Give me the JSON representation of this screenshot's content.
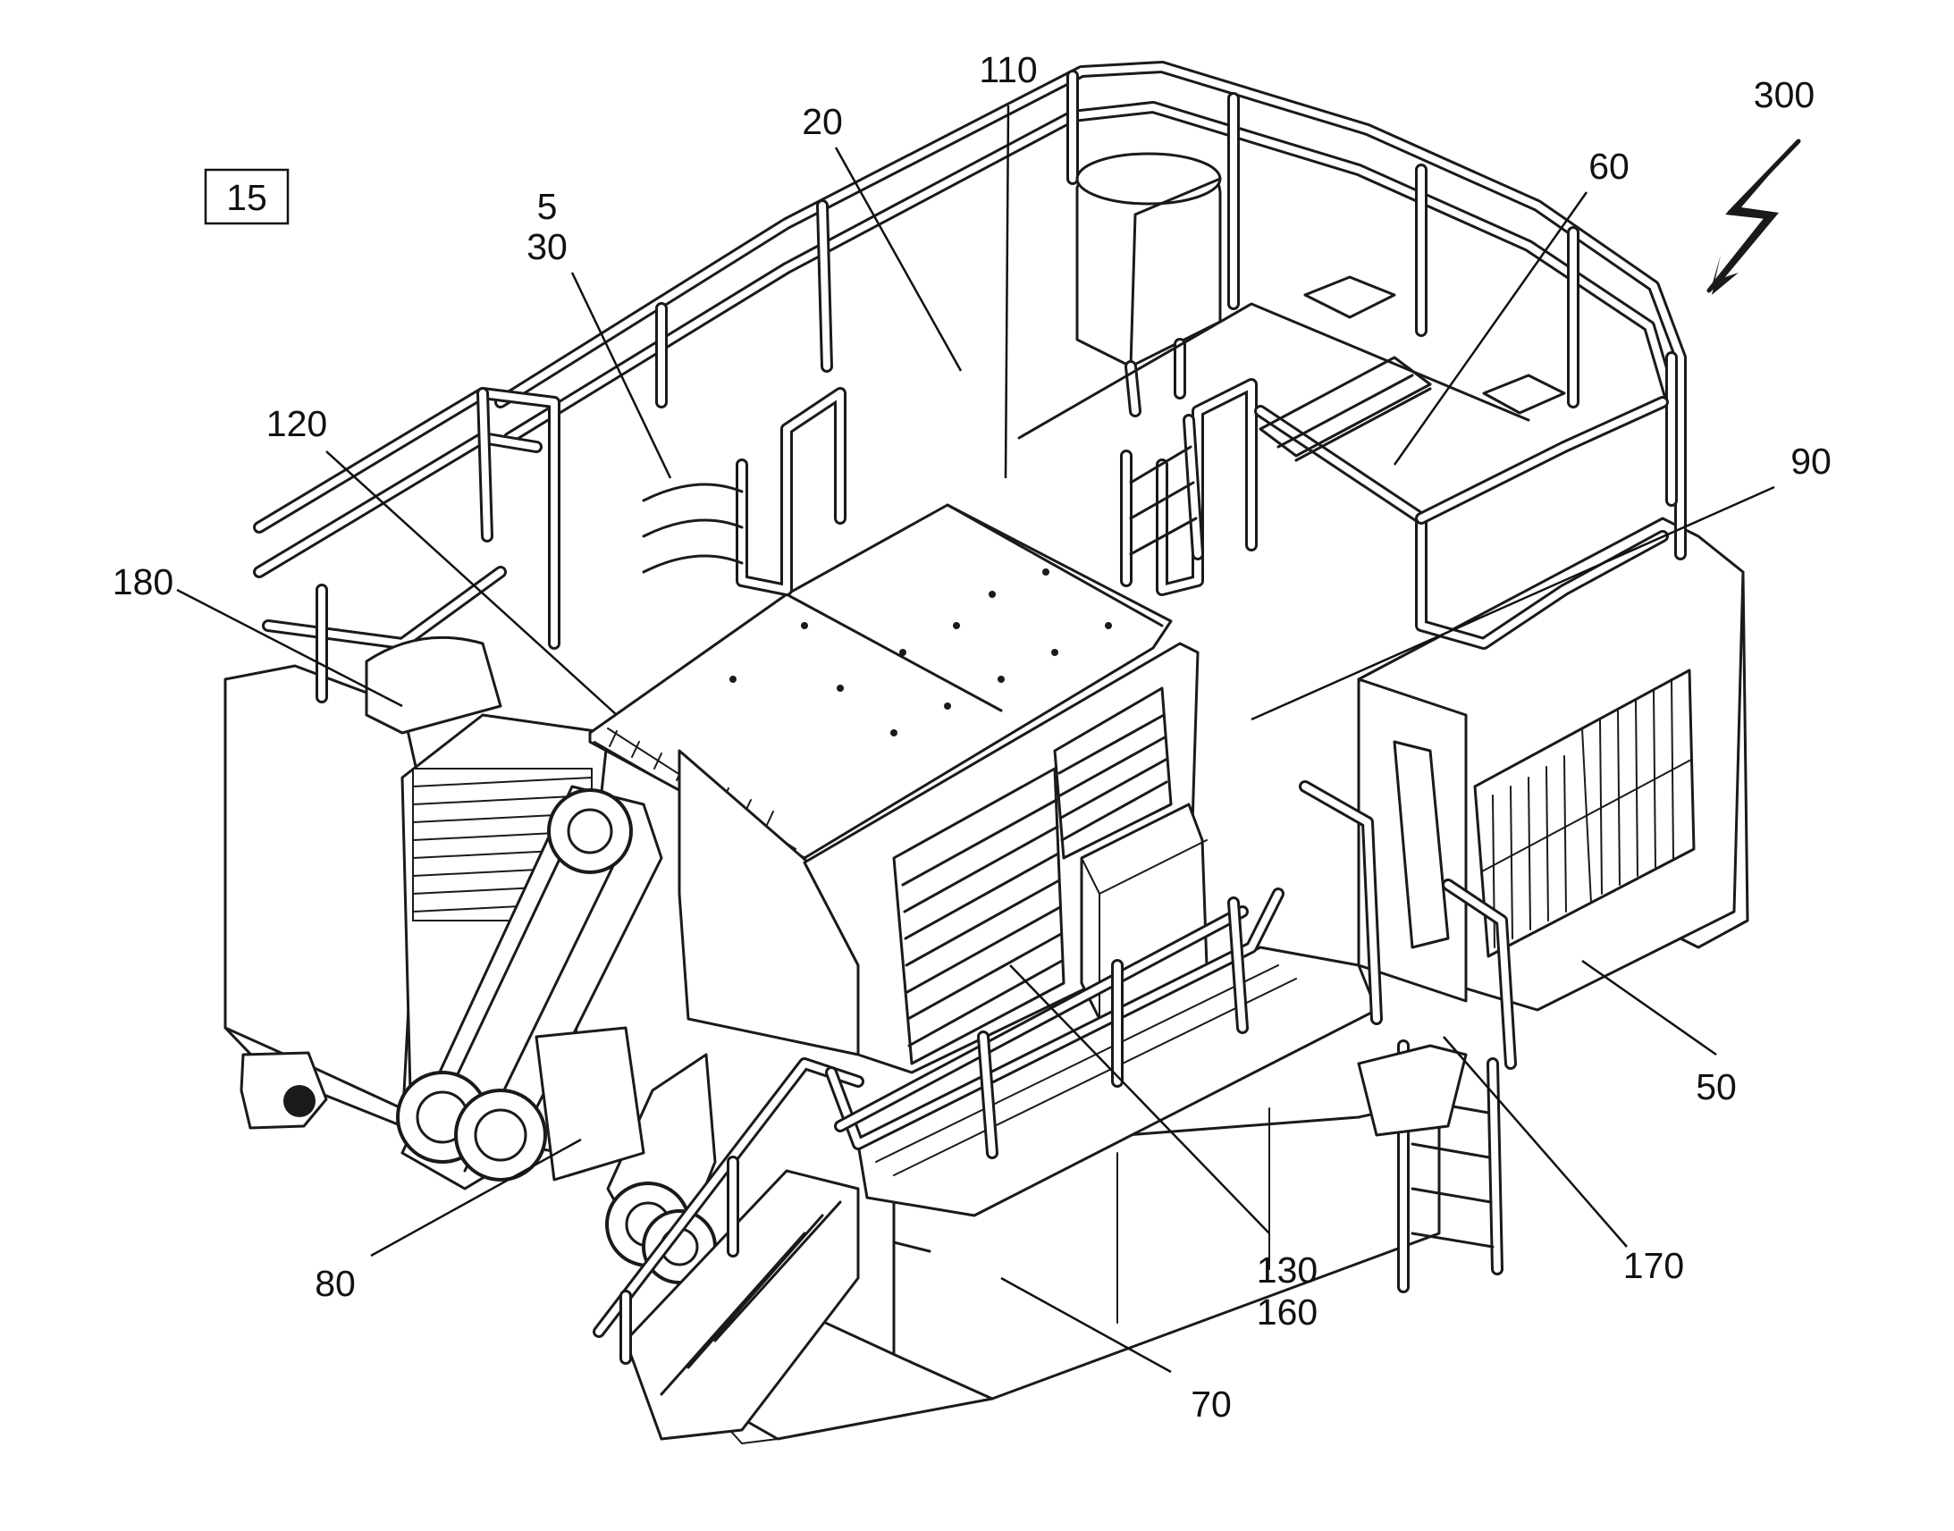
{
  "figure": {
    "figure_number": "15",
    "arrow_label": "300",
    "reference_labels": [
      {
        "id": "5",
        "text": "5"
      },
      {
        "id": "30",
        "text": "30"
      },
      {
        "id": "20",
        "text": "20"
      },
      {
        "id": "110",
        "text": "110"
      },
      {
        "id": "60",
        "text": "60"
      },
      {
        "id": "90",
        "text": "90"
      },
      {
        "id": "120",
        "text": "120"
      },
      {
        "id": "180",
        "text": "180"
      },
      {
        "id": "50",
        "text": "50"
      },
      {
        "id": "170",
        "text": "170"
      },
      {
        "id": "130",
        "text": "130"
      },
      {
        "id": "160",
        "text": "160"
      },
      {
        "id": "70",
        "text": "70"
      },
      {
        "id": "80",
        "text": "80"
      }
    ]
  }
}
